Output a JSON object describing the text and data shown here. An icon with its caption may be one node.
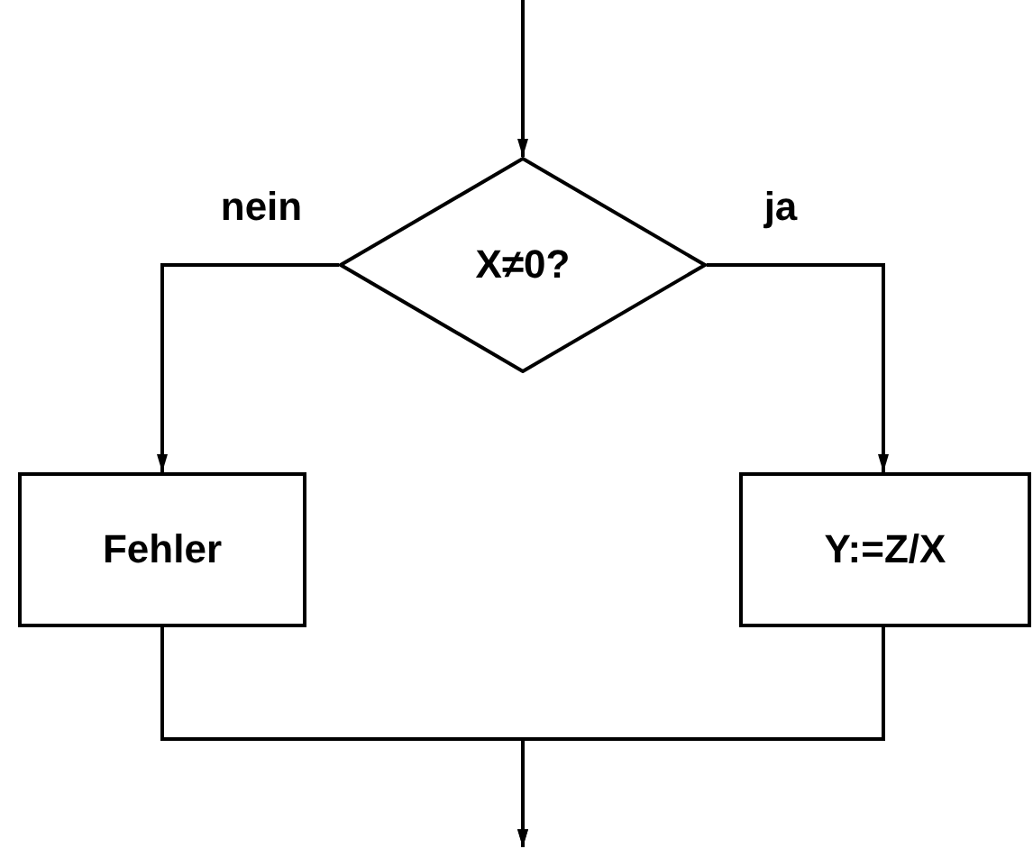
{
  "diagram": {
    "nodes": [
      {
        "text": [
          "X≠0?"
        ]
      },
      {
        "text": [
          "Fehler"
        ]
      },
      {
        "text": [
          "Y:=Z/X"
        ]
      }
    ],
    "edges": [
      {
        "from": null,
        "to": 0,
        "arrow": "to"
      },
      {
        "from": 0,
        "to": 1,
        "arrow": "to",
        "label": "nein"
      },
      {
        "from": 0,
        "to": 2,
        "arrow": "to",
        "label": "ja"
      },
      {
        "from": 1,
        "to": null,
        "arrow": "to"
      },
      {
        "from": 2,
        "to": null,
        "arrow": "to"
      }
    ]
  }
}
